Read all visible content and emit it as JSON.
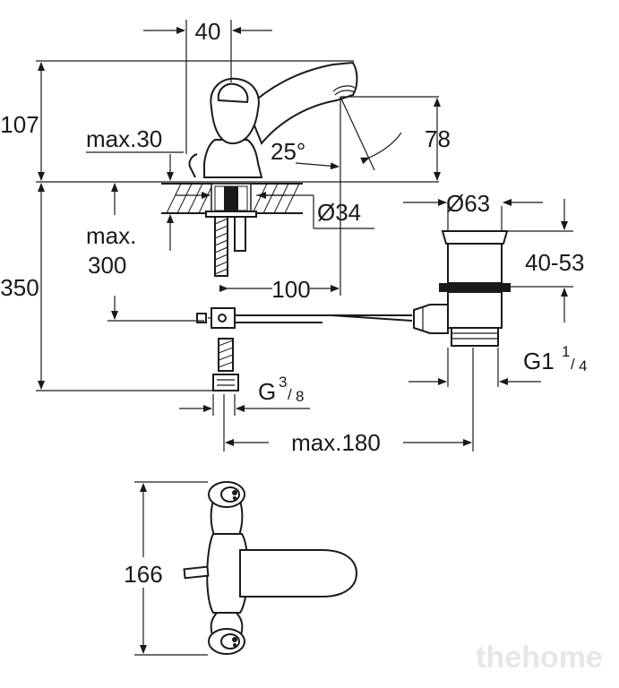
{
  "dimensions": {
    "top_width": "40",
    "spout_height": "107",
    "deck_thickness": "max.30",
    "spout_angle": "25°",
    "outlet_height": "78",
    "base_diameter": "Ø34",
    "waste_diameter": "Ø63",
    "max_label": "max.",
    "max_value": "300",
    "total_height": "350",
    "waste_length": "40-53",
    "spout_reach": "100",
    "waste_thread_main": "G1",
    "waste_thread_num": "1",
    "waste_thread_den": "4",
    "supply_thread_main": "G",
    "supply_thread_num": "3",
    "supply_thread_den": "8",
    "rod_length": "max.180",
    "plan_length": "166"
  },
  "watermark": "thehome"
}
